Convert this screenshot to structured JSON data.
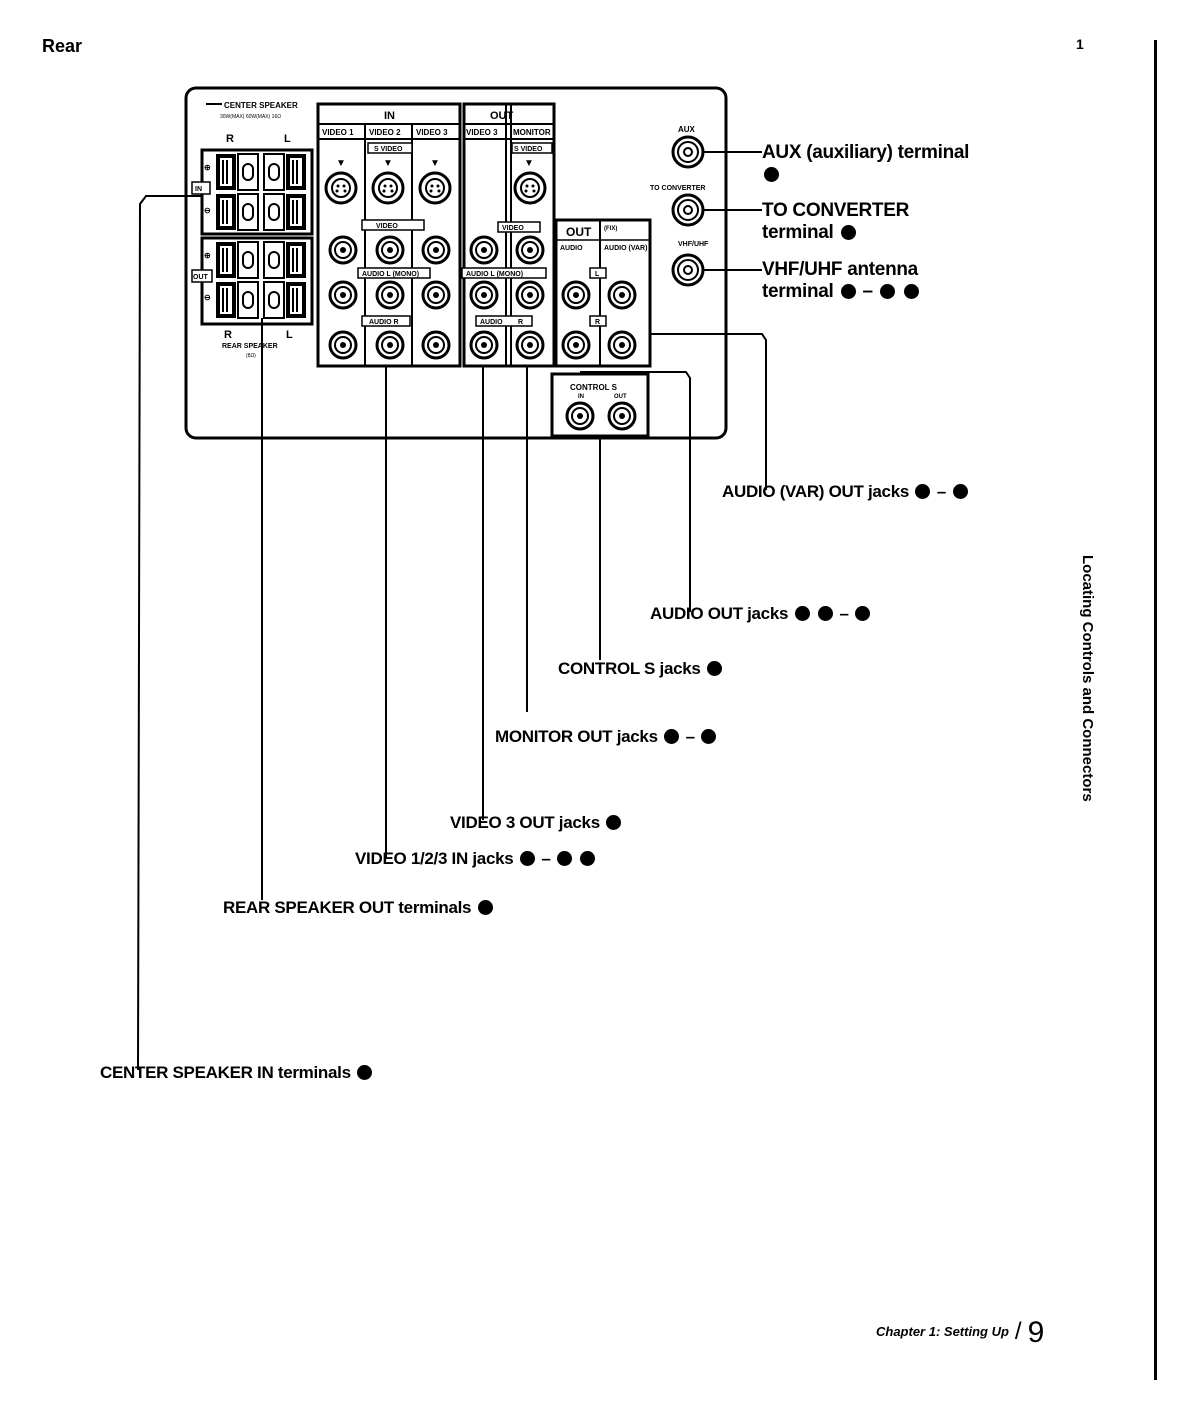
{
  "page": {
    "heading": "Rear",
    "corner_mark": "1",
    "side_tab": "Locating Controls and Connectors",
    "footer_chapter": "Chapter 1: Setting Up",
    "footer_page": "9"
  },
  "panel": {
    "center_speaker": "CENTER SPEAKER",
    "center_speaker_sub": "30W(MAX) 60W(MAX) 16Ω",
    "r": "R",
    "l": "L",
    "in_tag": "IN",
    "out_tag": "OUT",
    "rear_speaker": "REAR SPEAKER",
    "rear_speaker_sub": "(8Ω)",
    "in_header": "IN",
    "out_header": "OUT",
    "video1": "VIDEO 1",
    "video2": "VIDEO 2",
    "video3": "VIDEO 3",
    "monitor": "MONITOR",
    "s_video": "S VIDEO",
    "video": "VIDEO",
    "audio_l_mono": "AUDIO L (MONO)",
    "audio_r": "AUDIO R",
    "audio": "AUDIO",
    "r_short": "R",
    "out_small": "OUT",
    "fix": "(FIX)",
    "audio_var": "AUDIO (VAR)",
    "lch": "L",
    "rch": "R",
    "control_s": "CONTROL S",
    "control_in": "IN",
    "control_out": "OUT",
    "aux": "AUX",
    "to_converter": "TO CONVERTER",
    "vhf_uhf": "VHF/UHF"
  },
  "callouts": {
    "aux": {
      "line1": "AUX (auxiliary) terminal"
    },
    "to_converter": {
      "line1": "TO CONVERTER",
      "line2": "terminal"
    },
    "vhf_uhf": {
      "line1": "VHF/UHF antenna",
      "line2": "terminal",
      "dash": "–"
    },
    "audio_var_out": {
      "text": "AUDIO (VAR) OUT jacks",
      "dash": "–"
    },
    "audio_out": {
      "text": "AUDIO OUT jacks",
      "dash": "–"
    },
    "control_s": {
      "text": "CONTROL S jacks"
    },
    "monitor_out": {
      "text": "MONITOR OUT jacks",
      "dash": "–"
    },
    "video3_out": {
      "text": "VIDEO 3 OUT jacks"
    },
    "video_in": {
      "text": "VIDEO 1/2/3 IN jacks",
      "dash": "–"
    },
    "rear_speaker": {
      "text": "REAR SPEAKER OUT terminals"
    },
    "center_speaker": {
      "text": "CENTER SPEAKER IN terminals"
    }
  },
  "colors": {
    "ink": "#000000",
    "paper": "#ffffff"
  }
}
